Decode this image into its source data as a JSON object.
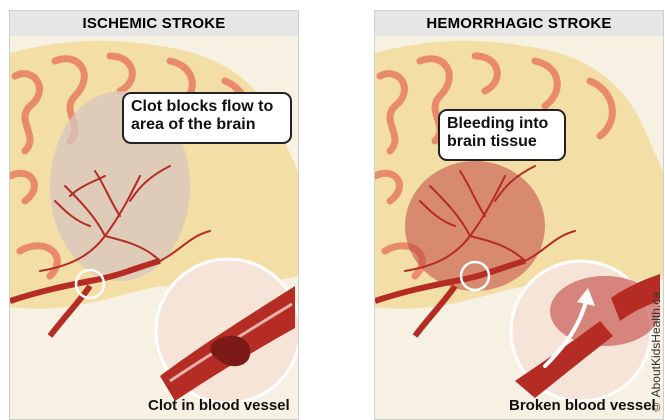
{
  "panels": {
    "left": {
      "title": "ISCHEMIC STROKE",
      "callout": "Clot blocks flow to area of the brain",
      "caption": "Clot in blood vessel"
    },
    "right": {
      "title": "HEMORRHAGIC STROKE",
      "callout": "Bleeding into brain tissue",
      "caption": "Broken blood vessel"
    }
  },
  "credit": "© AboutKidsHealth.ca",
  "colors": {
    "brain": "#f3dfa6",
    "brain_fold": "#e98b6b",
    "vessel": "#b52c24",
    "affected_area": "#d8c6bd",
    "bleed": "#c1443f"
  }
}
